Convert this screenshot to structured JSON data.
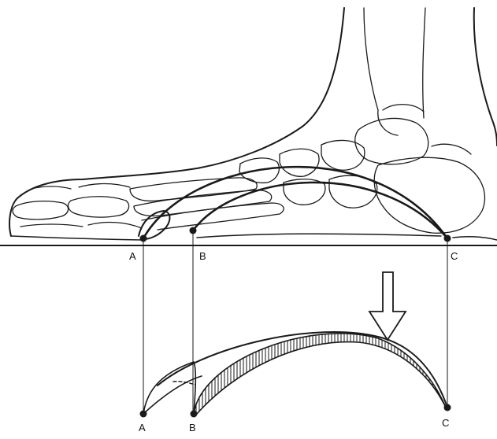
{
  "figure": {
    "labels": {
      "upper_a": "A",
      "upper_b": "B",
      "upper_c": "C",
      "lower_a": "A",
      "lower_b": "B",
      "lower_c": "C"
    },
    "colors": {
      "ink": "#1a1a1a",
      "background": "#ffffff"
    },
    "icons": [
      "down-arrow-icon"
    ]
  }
}
